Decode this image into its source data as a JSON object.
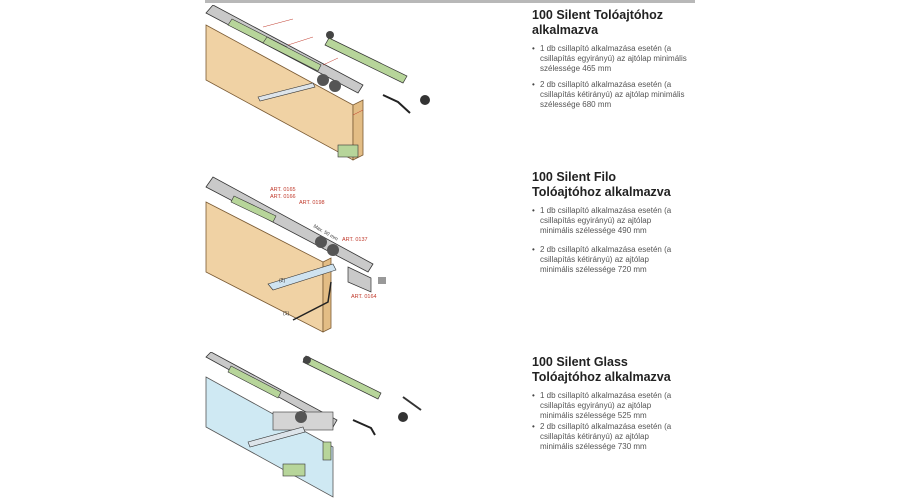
{
  "sections": [
    {
      "title": "100 Silent Tolóajtóhoz alkalmazva",
      "bullets": [
        "1 db csillapító alkalmazása esetén (a csillapítás egyirányú) az ajtólap minimális szélessége 465 mm",
        "2 db csillapító alkalmazása esetén (a csillapítás kétirányú) az ajtólap minimális szélessége 680 mm"
      ]
    },
    {
      "title": "100 Silent Filo Tolóajtóhoz alkalmazva",
      "bullets": [
        "1 db csillapító alkalmazása esetén (a csillapítás egyirányú) az ajtólap minimális szélessége 490 mm",
        "2 db csillapító alkalmazása esetén (a csillapítás kétirányú) az ajtólap minimális szélessége 720 mm"
      ],
      "figure_labels": {
        "art1": "ART. 0165",
        "art2": "ART. 0166",
        "art3": "ART. 0198",
        "max": "Max. 50 mm",
        "art4": "ART. 0137",
        "art5": "ART. 0164",
        "n2": "(2)",
        "n1": "(1)"
      }
    },
    {
      "title": "100 Silent Glass Tolóajtóhoz alkalmazva",
      "bullets": [
        "1 db csillapító alkalmazása esetén (a csillapítás egyirányú) az ajtólap minimális szélessége 525 mm",
        "2 db csillapító alkalmazása esetén (a csillapítás kétirányú) az ajtólap minimális szélessége 730 mm"
      ]
    }
  ],
  "colors": {
    "wood": "#f0d2a4",
    "damper": "#b7d59a",
    "rail": "#c9c9c9",
    "glass": "#cfe9f3",
    "label": "#c0392b"
  }
}
